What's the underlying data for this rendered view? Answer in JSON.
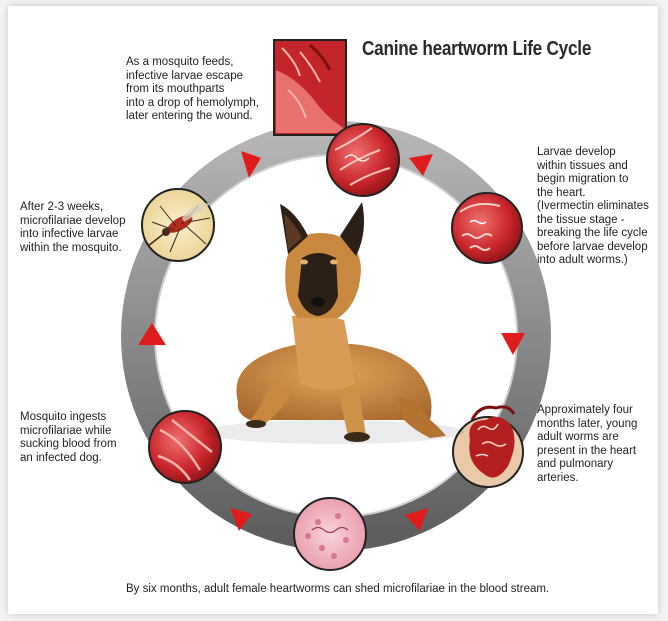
{
  "title": "Canine heartworm Life Cycle",
  "captions": {
    "mosquito_feeds": [
      "As a mosquito feeds,",
      "infective larvae escape",
      "from its mouthparts",
      "into a drop of hemolymph,",
      "later entering the wound."
    ],
    "larvae_develop": [
      "Larvae develop",
      "within tissues and",
      "begin migration to",
      "the heart.",
      "(Ivermectin eliminates",
      "the tissue stage -",
      "breaking the life cycle",
      "before larvae develop",
      "into adult worms.)"
    ],
    "after_weeks": [
      "After 2-3 weeks,",
      "microfilariae develop",
      "into infective larvae",
      "within the mosquito."
    ],
    "four_months": [
      "Approximately four",
      "months later, young",
      "adult worms are",
      "present in the heart",
      "and pulmonary",
      "arteries."
    ],
    "ingests": [
      "Mosquito ingests",
      "microfilariae while",
      "sucking blood from",
      "an infected dog."
    ],
    "six_months": "By six months, adult female heartworms can shed microfilariae in the blood stream."
  },
  "colors": {
    "ring": "#8c8c8c",
    "arrow": "#e01b1b",
    "tissue": "#c4252a",
    "frame": "#222222",
    "mosquito_bg": "#f3e0b0",
    "blood_smear": "#f2b8c2",
    "dog_fur": "#c8873f",
    "dog_dark": "#2b1f16"
  },
  "icons": {
    "dog": "german-shepherd-illustration",
    "mosquito": "mosquito-illustration",
    "larvae_wound": "skin-wound-larvae-illustration",
    "tissue_larvae": "tissue-larvae-illustration",
    "heart_worms": "heart-worms-illustration",
    "blood_smear": "blood-smear-microfilariae-illustration",
    "blood_vessel": "blood-vessel-illustration"
  }
}
